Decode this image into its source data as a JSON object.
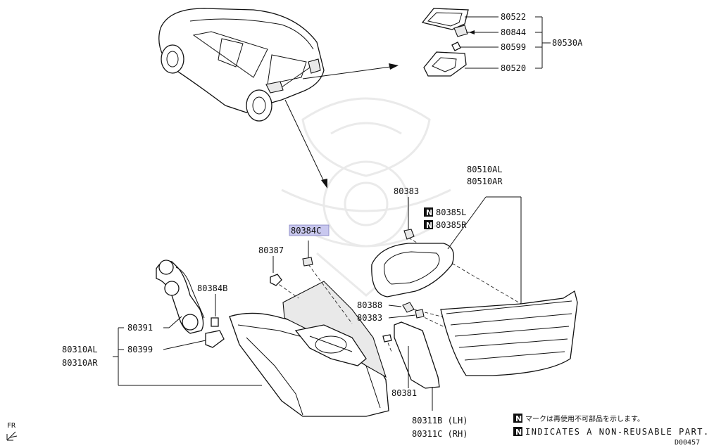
{
  "diagram_id": "D00457",
  "direction_label": "FR",
  "highlighted_part": "80384C",
  "parts": {
    "p80522": "80522",
    "p80844": "80844",
    "p80599": "80599",
    "p80520": "80520",
    "p80530A": "80530A",
    "p80510AL": "80510AL",
    "p80510AR": "80510AR",
    "p80383_top": "80383",
    "p80385L": "80385L",
    "p80385R": "80385R",
    "p80384C": "80384C",
    "p80387": "80387",
    "p80384B": "80384B",
    "p80391": "80391",
    "p80399": "80399",
    "p80310AL": "80310AL",
    "p80310AR": "80310AR",
    "p80388": "80388",
    "p80383_mid": "80383",
    "p80381": "80381",
    "p80311B": "80311B (LH)",
    "p80311C": "80311C (RH)"
  },
  "badge_letter": "N",
  "notes": {
    "jp": "マークは再使用不可部品を示します。",
    "en": "INDICATES A NON-REUSABLE PART."
  }
}
